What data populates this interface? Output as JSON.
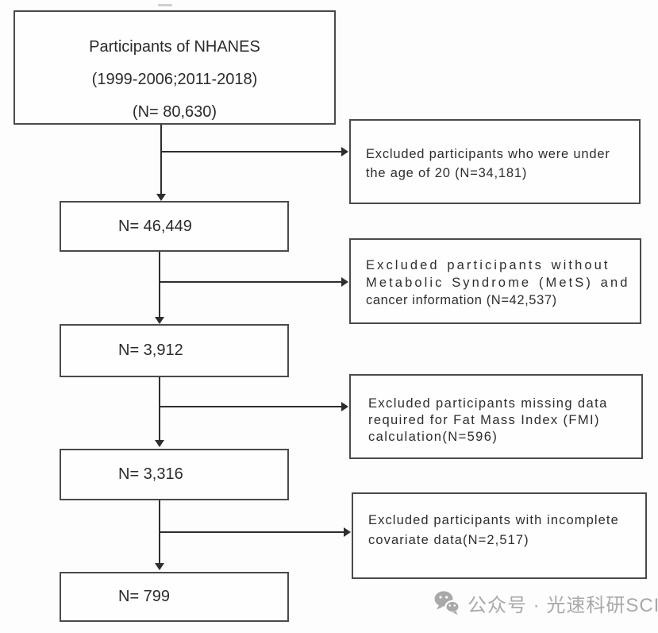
{
  "flowchart": {
    "title_box": {
      "line1": "Participants of NHANES",
      "line2": "(1999-2006;2011-2018)",
      "line3": "(N= 80,630)"
    },
    "cohort_boxes": {
      "n1": "N= 46,449",
      "n2": "N= 3,912",
      "n3": "N= 3,316",
      "n4": "N= 799"
    },
    "exclusion_boxes": {
      "e1": {
        "line1": "Excluded participants who were under",
        "line2": "the age of 20 (N=34,181)"
      },
      "e2": {
        "line1": "Excluded participants without",
        "line2": "Metabolic Syndrome (MetS) and",
        "line3": "cancer information (N=42,537)"
      },
      "e3": {
        "line1": "Excluded participants missing data",
        "line2": "required for Fat Mass Index (FMI)",
        "line3": "calculation(N=596)"
      },
      "e4": {
        "line1": "Excluded participants with incomplete",
        "line2": "covariate data(N=2,517)"
      }
    },
    "colors": {
      "box_border": "#4a4a4a",
      "connector": "#2e2e2e",
      "text": "#2b2b2b",
      "watermark": "#a9a9a9"
    }
  },
  "watermark": {
    "icon": "wechat-icon",
    "text": "公众号 · 光速科研SCI"
  }
}
